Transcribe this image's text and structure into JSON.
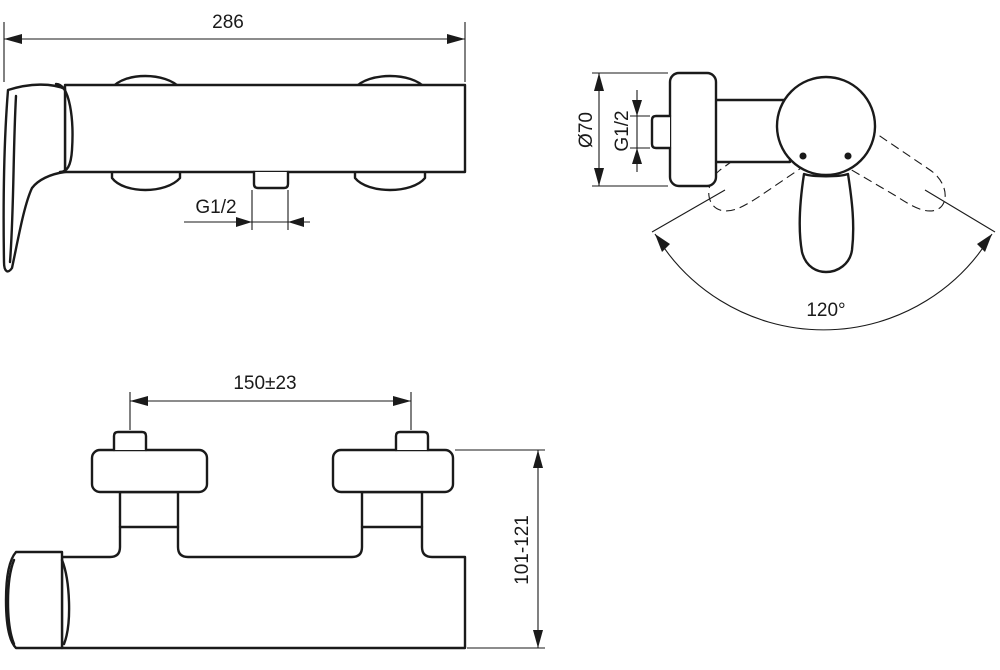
{
  "colors": {
    "line": "#1a1a1a",
    "background": "#ffffff"
  },
  "dimensions": {
    "overall_length": "286",
    "outlet_thread_top": "G1/2",
    "body_diameter": "Ø70",
    "inlet_thread_side": "G1/2",
    "lever_rotation": "120°",
    "inlet_spacing": "150±23",
    "wall_projection": "101-121"
  }
}
